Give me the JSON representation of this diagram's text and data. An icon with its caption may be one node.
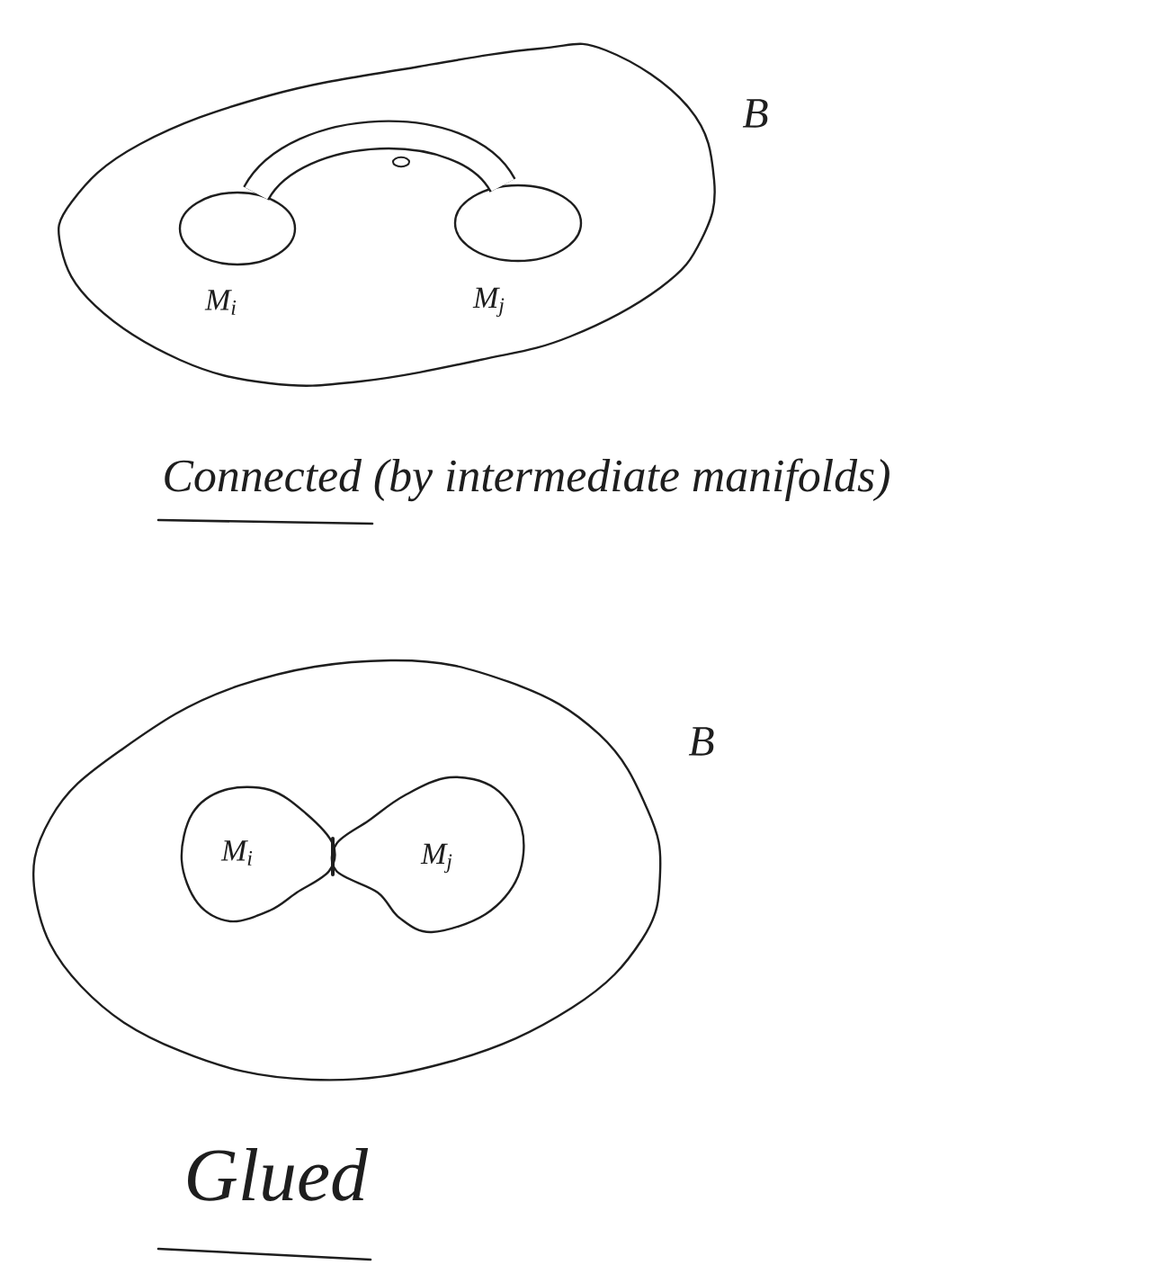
{
  "diagram": {
    "nodes": [
      {
        "text": [
          "B"
        ]
      },
      {
        "text": [
          "M$_{i}$"
        ],
        "in": 0
      },
      {
        "text": [
          "M$_{j}$"
        ],
        "in": 0
      },
      {
        "text": [
          "B"
        ]
      },
      {
        "text": [
          "M$_{i}$"
        ],
        "in": 3
      },
      {
        "text": [
          "M$_{j}$"
        ],
        "in": 3
      }
    ],
    "edges": [
      {
        "from": 1,
        "to": 2,
        "arrow": "none"
      }
    ],
    "labels": [
      "Connected (by intermediate manifolds)",
      "Glued"
    ]
  }
}
